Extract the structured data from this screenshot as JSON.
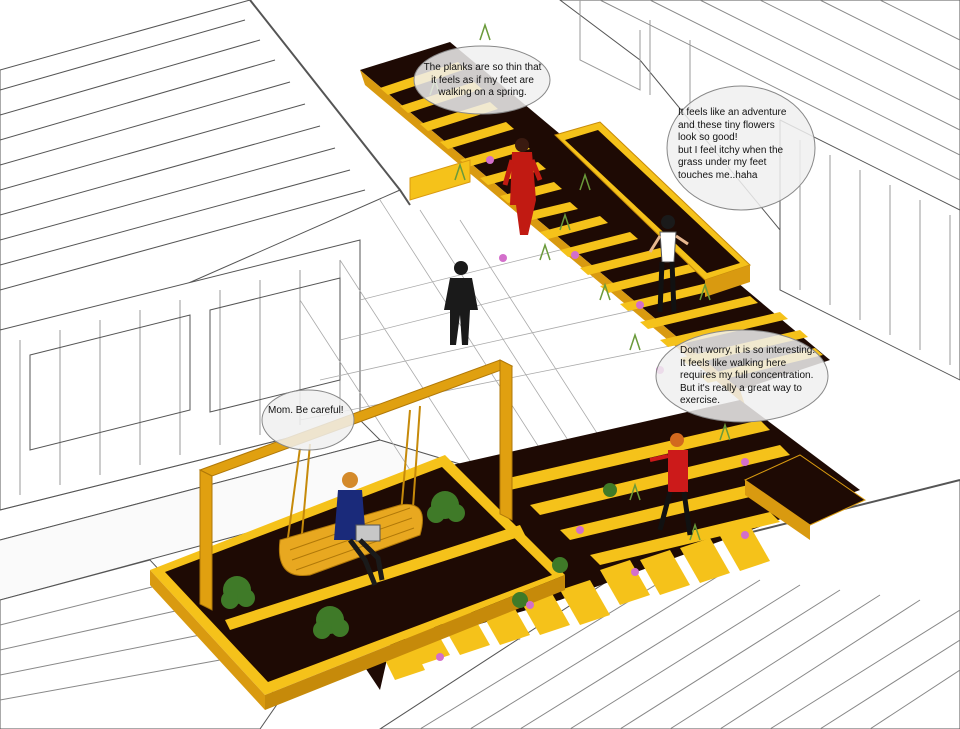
{
  "bubbles": {
    "springy_planks": "The planks are so thin that\nit feels as if my feet are\nwalking on a spring.",
    "adventure": "It feels like an adventure\nand these tiny flowers\nlook so good!\nbut  I feel itchy when the\ngrass under my feet\ntouches me..haha",
    "concentration": "Don't worry, it is so interesting.\nIt feels like walking here\nrequires my full concentration.\nBut it's really a great way to\nexercise.",
    "careful": "Mom. Be careful!"
  },
  "colors": {
    "plank": "#f5c21a",
    "plank_edge": "#d99a10",
    "soil": "#1e0a04",
    "swing_frame": "#e0a010",
    "linework": "#555555",
    "bubble_fill": "#f0f0f0",
    "flower": "#d36fcb",
    "shrub": "#3f7a28"
  }
}
